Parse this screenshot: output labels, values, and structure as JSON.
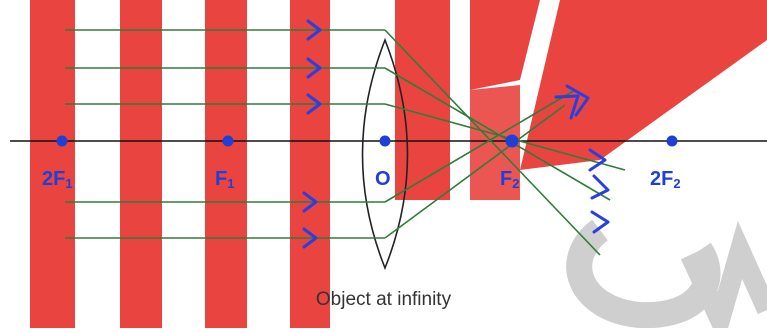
{
  "colors": {
    "background": "#ffffff",
    "watermark_red": "#e9443f",
    "watermark_gray": "#cfcfcf",
    "ray": "#2f7d3a",
    "arrow": "#2a3fe0",
    "point": "#1f3fd6",
    "axis": "#111111",
    "lens": "#222222",
    "caption": "#333333"
  },
  "labels": {
    "two_f1": {
      "main": "2F",
      "sub": "1"
    },
    "f1": {
      "main": "F",
      "sub": "1"
    },
    "optical_center": {
      "main": "O"
    },
    "f2": {
      "main": "F",
      "sub": "2"
    },
    "two_f2": {
      "main": "2F",
      "sub": "2"
    }
  },
  "caption": "Object at infinity",
  "diagram": {
    "lens_type": "convex",
    "incident_ray_count": 5,
    "arrow_icon": "chevron-right-icon"
  }
}
